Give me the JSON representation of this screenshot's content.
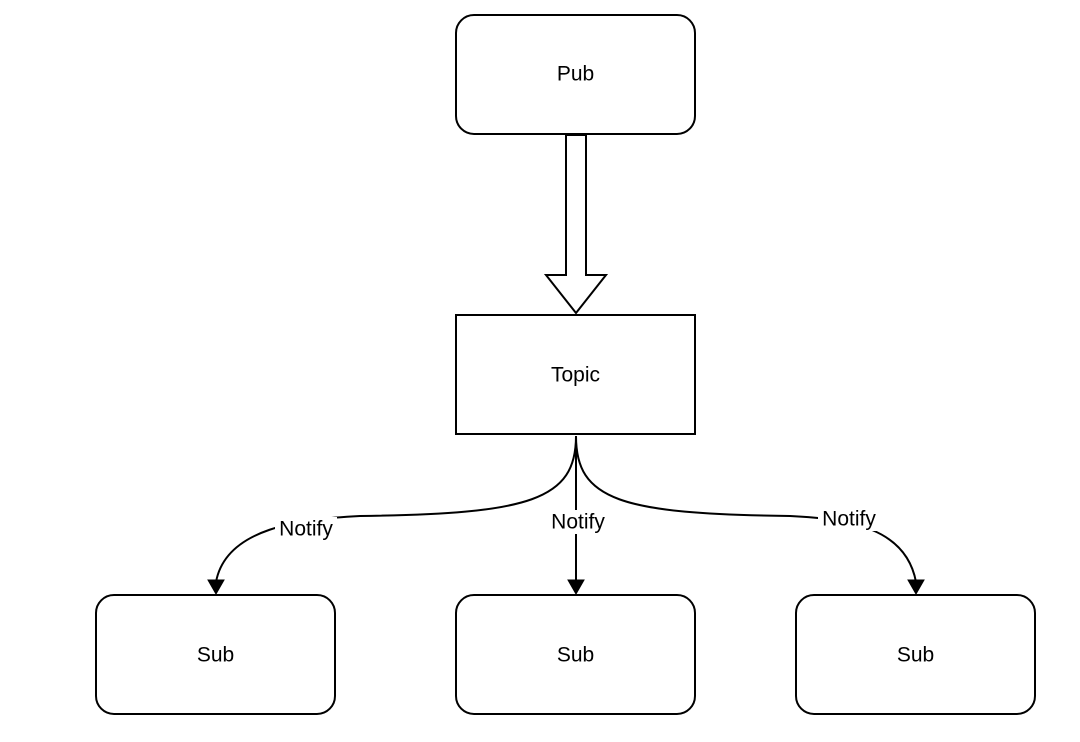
{
  "diagram": {
    "nodes": {
      "publisher": {
        "label": "Pub",
        "shape": "rounded-rectangle"
      },
      "topic": {
        "label": "Topic",
        "shape": "rectangle"
      },
      "subscriber_left": {
        "label": "Sub",
        "shape": "rounded-rectangle"
      },
      "subscriber_center": {
        "label": "Sub",
        "shape": "rounded-rectangle"
      },
      "subscriber_right": {
        "label": "Sub",
        "shape": "rounded-rectangle"
      }
    },
    "edges": {
      "publish": {
        "from": "Pub",
        "to": "Topic",
        "style": "block-arrow"
      },
      "notify_left": {
        "label": "Notify",
        "from": "Topic",
        "to": "Sub"
      },
      "notify_center": {
        "label": "Notify",
        "from": "Topic",
        "to": "Sub"
      },
      "notify_right": {
        "label": "Notify",
        "from": "Topic",
        "to": "Sub"
      }
    },
    "colors": {
      "stroke": "#000000",
      "fill": "#ffffff",
      "text": "#000000"
    }
  }
}
